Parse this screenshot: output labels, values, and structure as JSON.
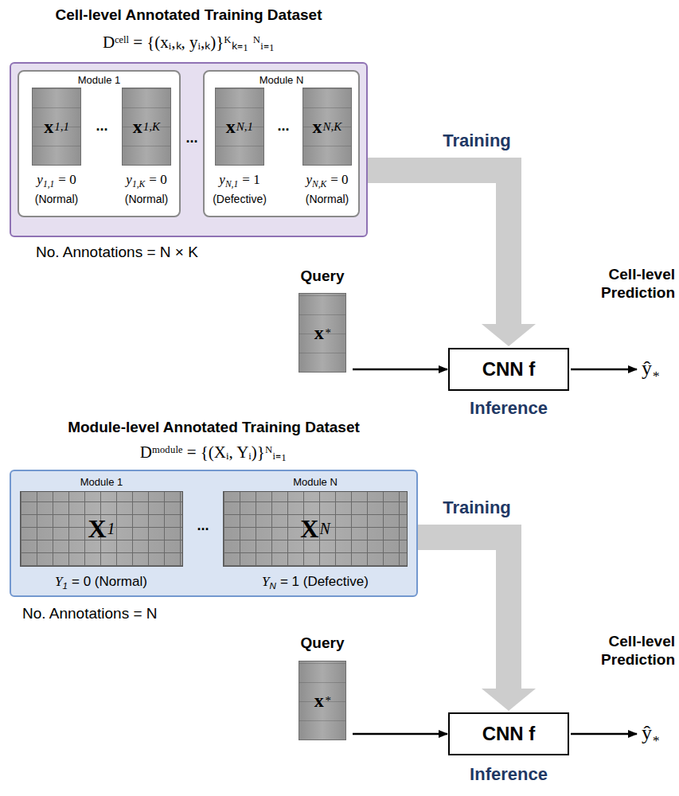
{
  "diagram": {
    "nodes": [
      {
        "text": [
          "Cell-level Annotated Training Dataset"
        ]
      },
      {
        "text": [
          "Module 1"
        ],
        "in": 0
      },
      {
        "text": [
          "x",
          "1,1"
        ],
        "in": 1
      },
      {
        "text": [
          "x",
          "1,K"
        ],
        "in": 1
      },
      {
        "text": [
          "Module N"
        ],
        "in": 0
      },
      {
        "text": [
          "x",
          "N,1"
        ],
        "in": 4
      },
      {
        "text": [
          "x",
          "N,K"
        ],
        "in": 4
      },
      {
        "text": [
          "x",
          "*"
        ]
      },
      {
        "text": [
          "CNN f"
        ]
      },
      {
        "text": [
          "Module-level Annotated Training Dataset"
        ]
      },
      {
        "text": [
          "Module 1",
          "X",
          "1"
        ],
        "in": 9
      },
      {
        "text": [
          "Module N",
          "X",
          "N"
        ],
        "in": 9
      },
      {
        "text": [
          "x",
          "*"
        ]
      },
      {
        "text": [
          "CNN f"
        ]
      }
    ],
    "edges": [
      {
        "from": 0,
        "to": 8,
        "label": "Training",
        "arrow": "to"
      },
      {
        "from": 7,
        "to": 8,
        "arrow": "to"
      },
      {
        "from": 9,
        "to": 13,
        "label": "Training",
        "arrow": "to"
      },
      {
        "from": 12,
        "to": 13,
        "arrow": "to"
      }
    ],
    "labels": [
      "Dᶜᵉˡˡ = {(xᵢ,ₖ, yᵢ,ₖ)}ᴷₖ₌₁ ᴺᵢ₌₁",
      "...",
      "y",
      "1,1",
      "= 0",
      "(Normal)",
      "y",
      "1,K",
      "= 0",
      "(Normal)",
      "...",
      "...",
      "y",
      "N,1",
      "= 1",
      "(Defective)",
      "y",
      "N,K",
      "= 0",
      "(Normal)",
      "No. Annotations = N × K",
      "Query",
      "Cell-level Prediction",
      "ŷ",
      "*",
      "Inference",
      "Dᵐᵒᵈᵘˡᵉ = {(Xᵢ, Yᵢ)}ᴺᵢ₌₁",
      "...",
      "Y",
      "1",
      "= 0 (Normal)",
      "Y",
      "N",
      "= 1 (Defective)",
      "No. Annotations = N",
      "Query",
      "Cell-level Prediction",
      "ŷ",
      "*",
      "Inference"
    ]
  }
}
